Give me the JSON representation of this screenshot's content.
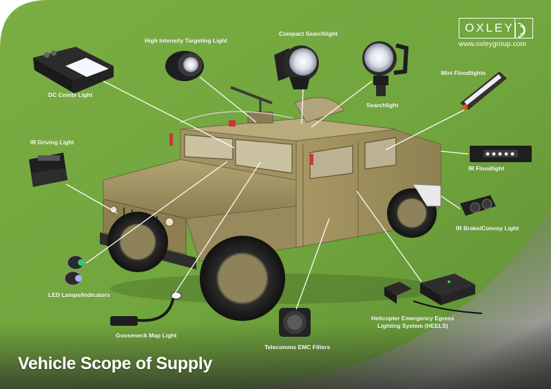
{
  "title": "Vehicle Scope of Supply",
  "brand": {
    "logo_word": "OXLEY",
    "website": "www.oxleygroup.com"
  },
  "colors": {
    "background_green": "#74a83f",
    "text": "#ffffff",
    "vehicle_tan": "#9c8d5e",
    "gradient_dark": "#575757"
  },
  "labels": {
    "dc_combi_light": "DC Combi Light",
    "high_intensity_targeting_light": "High Intensity Targeting Light",
    "compact_searchlight": "Compact Searchlight",
    "searchlight": "Searchlight",
    "mini_floodlights": "Mini Floodlights",
    "ir_floodlight": "IR Floodlight",
    "ir_driving_light": "IR Driving Light",
    "ir_brake_convoy_light": "IR Brake/Convoy Light",
    "led_lamps_indicators": "LED Lamps/Indicators",
    "gooseneck_map_light": "Gooseneck Map Light",
    "telecomms_emc_filters": "Telecomms EMC Filters",
    "heels_line1": "Helicopter Emergency Egress",
    "heels_line2": "Lighting System (HEELS)"
  }
}
